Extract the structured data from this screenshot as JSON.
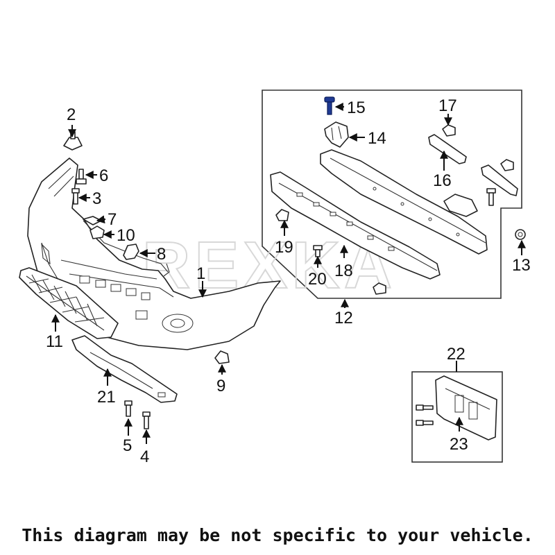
{
  "callouts": [
    "1",
    "2",
    "3",
    "4",
    "5",
    "6",
    "7",
    "8",
    "9",
    "10",
    "11",
    "12",
    "13",
    "14",
    "15",
    "16",
    "17",
    "18",
    "19",
    "20",
    "21",
    "22",
    "23"
  ],
  "watermark": "REXKA",
  "disclaimer": "This diagram may be not specific to your vehicle."
}
